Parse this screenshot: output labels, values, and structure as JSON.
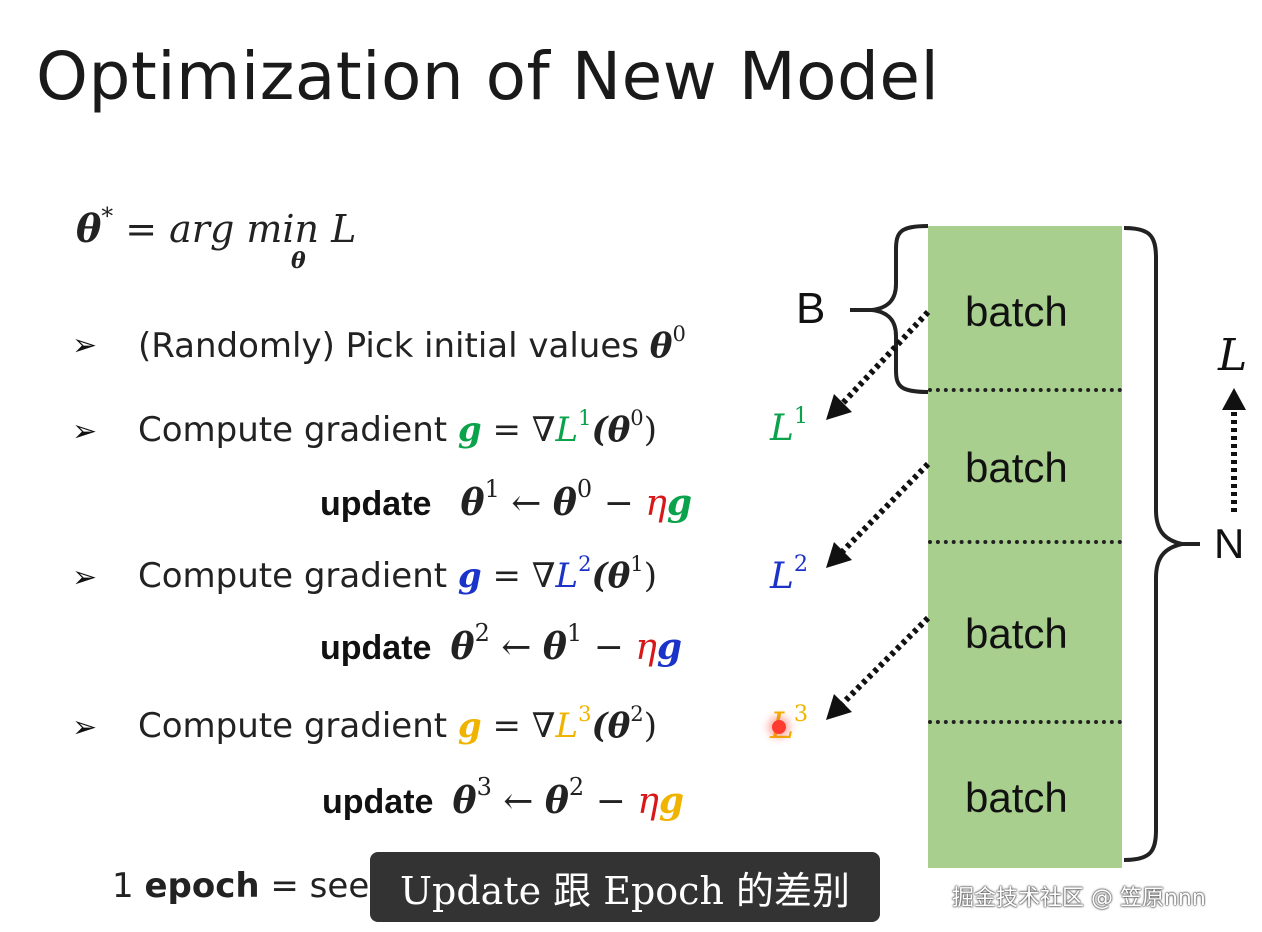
{
  "title": "Optimization of New Model",
  "objective": {
    "lhs": "θ",
    "star": "*",
    "eq": " = ",
    "argmin": "arg min",
    "under": "θ",
    "rhs": "L"
  },
  "bullet_glyph": "➢",
  "steps": [
    {
      "text": "(Randomly) Pick initial values",
      "theta": "θ",
      "sup": "0"
    },
    {
      "text": "Compute gradient",
      "g": "g",
      "formula": "= ∇",
      "L": "L",
      "Lsup": "1",
      "arg": "(θ",
      "argsup": "0",
      "close": ")",
      "side_L": "L",
      "side_sup": "1",
      "update_label": "update",
      "upd_theta": "θ",
      "upd_sup": "1",
      "arrow": " ← ",
      "upd_prev": "θ",
      "upd_prev_sup": "0",
      "minus": " − ",
      "eta": "η",
      "g2": "g"
    },
    {
      "text": "Compute gradient",
      "g": "g",
      "formula": "= ∇",
      "L": "L",
      "Lsup": "2",
      "arg": "(θ",
      "argsup": "1",
      "close": ")",
      "side_L": "L",
      "side_sup": "2",
      "update_label": "update",
      "upd_theta": "θ",
      "upd_sup": "2",
      "arrow": " ← ",
      "upd_prev": "θ",
      "upd_prev_sup": "1",
      "minus": " − ",
      "eta": "η",
      "g2": "g"
    },
    {
      "text": "Compute gradient",
      "g": "g",
      "formula": "= ∇",
      "L": "L",
      "Lsup": "3",
      "arg": "(θ",
      "argsup": "2",
      "close": ")",
      "side_L": "L",
      "side_sup": "3",
      "update_label": "update",
      "upd_theta": "θ",
      "upd_sup": "3",
      "arrow": " ← ",
      "upd_prev": "θ",
      "upd_prev_sup": "2",
      "minus": " − ",
      "eta": "η",
      "g2": "g"
    }
  ],
  "epoch": {
    "prefix": "1 ",
    "bold": "epoch",
    "rest": " = see"
  },
  "diagram": {
    "batches": [
      "batch",
      "batch",
      "batch",
      "batch"
    ],
    "B_label": "B",
    "N_label": "N",
    "L_label": "L"
  },
  "subtitle": "Update 跟 Epoch 的差别",
  "watermark": "掘金技术社区 @ 笠原nnn",
  "colors": {
    "green": "#0aa24a",
    "blue": "#1b33c9",
    "yellow": "#f0b400",
    "red": "#d81818",
    "batch_fill": "#a8cf8e"
  }
}
